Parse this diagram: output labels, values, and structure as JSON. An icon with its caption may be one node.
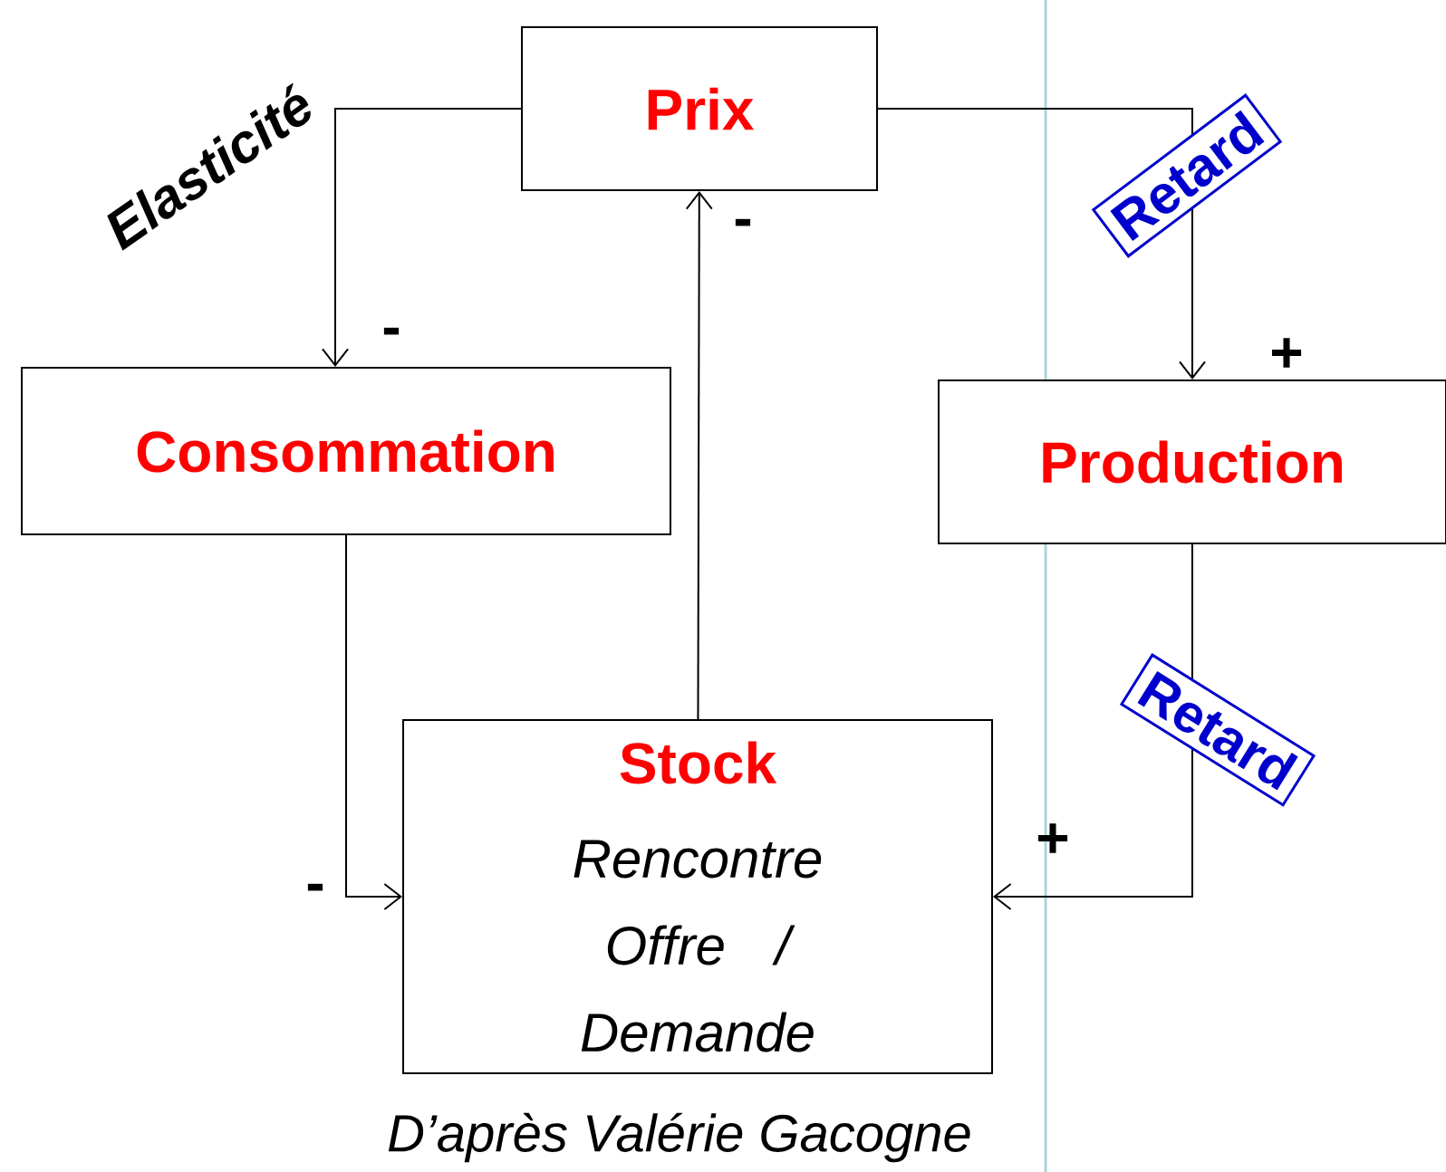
{
  "diagram": {
    "caption": "D’après Valérie Gacogne",
    "nodes": [
      {
        "text": [
          "Prix"
        ]
      },
      {
        "text": [
          "Consommation"
        ]
      },
      {
        "text": [
          "Production"
        ]
      },
      {
        "text": [
          "Stock",
          "Rencontre Offre / Demande"
        ]
      }
    ],
    "edges": [
      {
        "from": 0,
        "to": 1,
        "arrow": "to",
        "label": "Elasticité"
      },
      {
        "from": 0,
        "to": 2,
        "arrow": "to",
        "label": "Retard"
      },
      {
        "from": 2,
        "to": 3,
        "arrow": "to",
        "label": "Retard"
      },
      {
        "from": 1,
        "to": 3,
        "arrow": "to"
      },
      {
        "from": 3,
        "to": 0,
        "arrow": "to"
      }
    ],
    "labels": [
      "-",
      "-",
      "+",
      "+",
      "-"
    ]
  }
}
